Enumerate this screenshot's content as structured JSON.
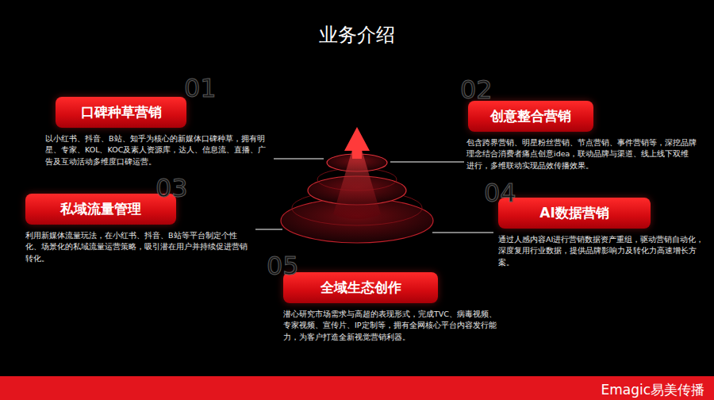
{
  "diagram": {
    "title": "业务介绍",
    "nodes": [
      {
        "text": [
          "口碑种草营销",
          "以小红书、抖音、B站、知乎为核心的新媒体口碑种草，拥有明星、专家、KOL、KOC及素人资源库，达人、信息流、直播、广告及互动活动多维度口碑运营。"
        ]
      },
      {
        "text": [
          "创意整合营销",
          "包含跨界营销、明星粉丝营销、节点营销、事件营销等，深挖品牌理念结合消费者痛点创意idea，联动品牌与渠道、线上线下双维进行，多维联动实现品效传播效果。"
        ]
      },
      {
        "text": [
          "私域流量管理",
          "利用新媒体流量玩法，在小红书、抖音、B站等平台制定个性化、场景化的私域流量运营策略，吸引潜在用户并持续促进营销转化。"
        ]
      },
      {
        "text": [
          "AI数据营销",
          "通过人感内容AI进行营销数据资产重组，驱动营销自动化，深度复用行业数据，提供品牌影响力及转化力高速增长方案。"
        ]
      },
      {
        "text": [
          "全域生态创作",
          "潜心研究市场需求与高超的表现形式，完成TVC、病毒视频、专家视频、宣传片、IP定制等，拥有全网核心平台内容发行能力，为客户打造全新视觉营销利器。"
        ]
      }
    ],
    "labels": [
      "01",
      "02",
      "03",
      "04",
      "05",
      "Emagic易美传播"
    ]
  }
}
